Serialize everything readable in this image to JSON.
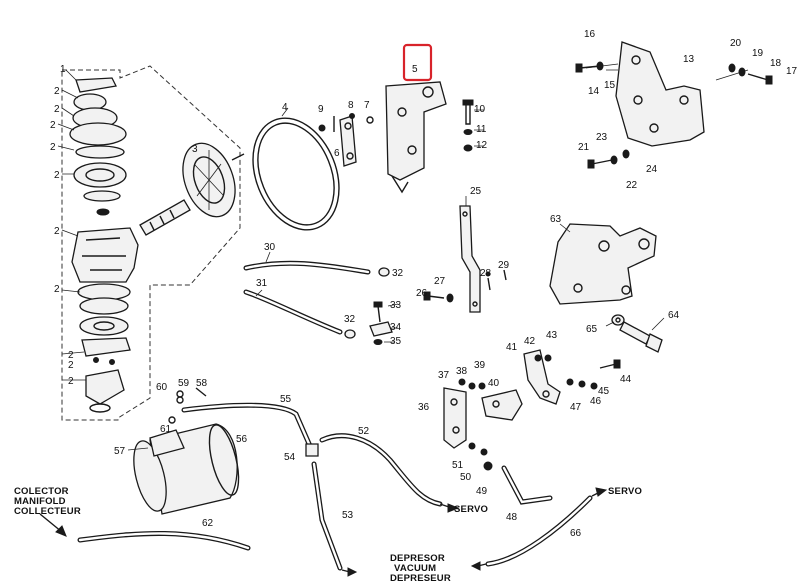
{
  "highlight_color": "#d8232a",
  "highlighted_part": "5",
  "part_numbers": [
    "1",
    "2",
    "2",
    "2",
    "2",
    "2",
    "2",
    "2",
    "2",
    "2",
    "2",
    "3",
    "4",
    "5",
    "6",
    "7",
    "8",
    "9",
    "10",
    "11",
    "12",
    "13",
    "14",
    "15",
    "16",
    "17",
    "18",
    "19",
    "20",
    "21",
    "22",
    "23",
    "24",
    "25",
    "26",
    "27",
    "28",
    "29",
    "30",
    "31",
    "32",
    "32",
    "33",
    "34",
    "35",
    "36",
    "37",
    "38",
    "39",
    "40",
    "41",
    "42",
    "43",
    "44",
    "45",
    "46",
    "47",
    "48",
    "49",
    "50",
    "51",
    "52",
    "53",
    "54",
    "55",
    "56",
    "57",
    "58",
    "59",
    "60",
    "61",
    "62",
    "63",
    "64",
    "65",
    "66"
  ],
  "captions": {
    "collector": [
      "COLECTOR",
      "MANIFOLD",
      "COLLECTEUR"
    ],
    "servo_lower": "SERVO",
    "servo_right": "SERVO",
    "depresor": [
      "DEPRESOR",
      "VACUUM",
      "DEPRESEUR"
    ]
  }
}
